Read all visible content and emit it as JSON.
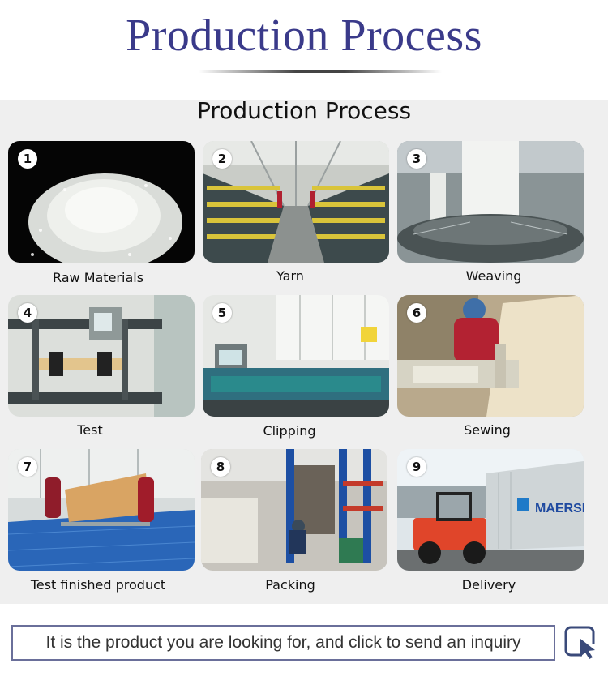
{
  "hero_title": "Production Process",
  "panel_title": "Production Process",
  "steps": [
    {
      "number": "1",
      "caption": "Raw Materials"
    },
    {
      "number": "2",
      "caption": "Yarn"
    },
    {
      "number": "3",
      "caption": "Weaving"
    },
    {
      "number": "4",
      "caption": "Test"
    },
    {
      "number": "5",
      "caption": "Clipping"
    },
    {
      "number": "6",
      "caption": "Sewing"
    },
    {
      "number": "7",
      "caption": "Test finished product"
    },
    {
      "number": "8",
      "caption": "Packing"
    },
    {
      "number": "9",
      "caption": "Delivery"
    }
  ],
  "container_brand": "MAERSK",
  "inquiry_text": "It is the product you are looking for, and click to send an inquiry",
  "colors": {
    "title": "#3a3a8a",
    "panel_bg": "#efefef",
    "inquiry_border": "#6a6f9a"
  },
  "icons": {
    "inquiry": "cursor-click-icon"
  }
}
